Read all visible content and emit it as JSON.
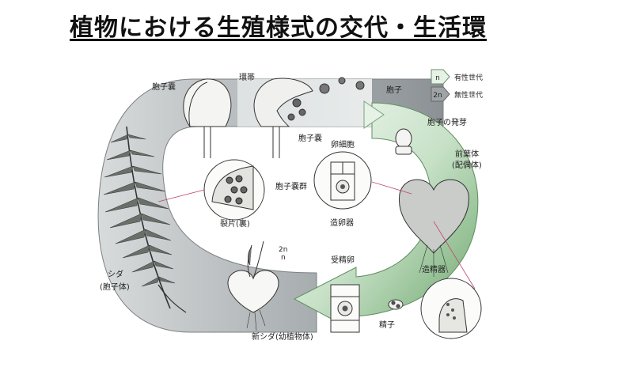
{
  "title": "植物における生殖様式の交代・生活環",
  "legend": {
    "haploid": {
      "symbol": "n",
      "label": "有性世代"
    },
    "diploid": {
      "symbol": "2n",
      "label": "無性世代"
    }
  },
  "labels": {
    "sporangium_top": "胞子嚢",
    "annulus": "環帯",
    "spore": "胞子",
    "spore_germination": "胞子の発芽",
    "sporangium_mid": "胞子嚢",
    "egg_cell": "卵細胞",
    "prothallus": "前葉体",
    "prothallus_sub": "(配偶体)",
    "sorus": "胞子嚢群",
    "leaf_underside": "裂片(裏)",
    "archegonium": "造卵器",
    "ploidy_2n": "2n",
    "ploidy_n": "n",
    "fertilized_egg": "受精卵",
    "antheridium": "造精器",
    "fern_partial": "シダ",
    "fern_partial_sub": "(胞子体)",
    "new_fern": "新シダ(幼植物体)",
    "sperm": "精子"
  },
  "colors": {
    "haploid_band": "#cfe6cf",
    "diploid_band": "#9ea4a6",
    "outline": "#333333"
  }
}
